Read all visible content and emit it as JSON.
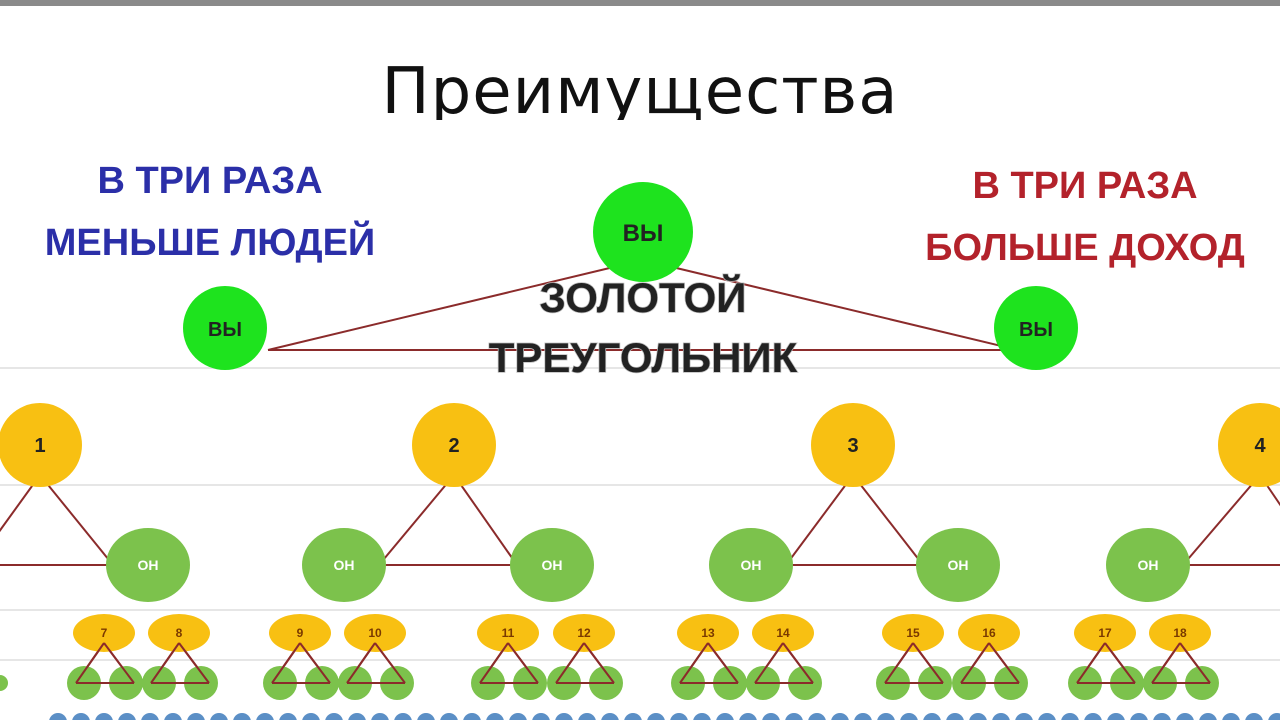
{
  "title": "Преимущества",
  "left_caption": [
    "В ТРИ РАЗА",
    "МЕНЬШЕ ЛЮДЕЙ"
  ],
  "right_caption": [
    "В ТРИ РАЗА",
    "БОЛЬШЕ ДОХОД"
  ],
  "center_caption": [
    "ЗОЛОТОЙ",
    "ТРЕУГОЛЬНИК"
  ],
  "you_label": "ВЫ",
  "he_label": "ОН",
  "level1_numbers": [
    "1",
    "2",
    "3",
    "4"
  ],
  "level3_numbers": [
    "7",
    "8",
    "9",
    "10",
    "11",
    "12",
    "13",
    "14",
    "15",
    "16",
    "17",
    "18"
  ],
  "colors": {
    "blue_text": "#2b2fa8",
    "red_text": "#b3222b",
    "green_bright": "#1ee31e",
    "yellow": "#f8c012",
    "green_soft": "#7cc24c",
    "line": "#8b2b2b",
    "bottom_dots": "#5b8fc6"
  }
}
